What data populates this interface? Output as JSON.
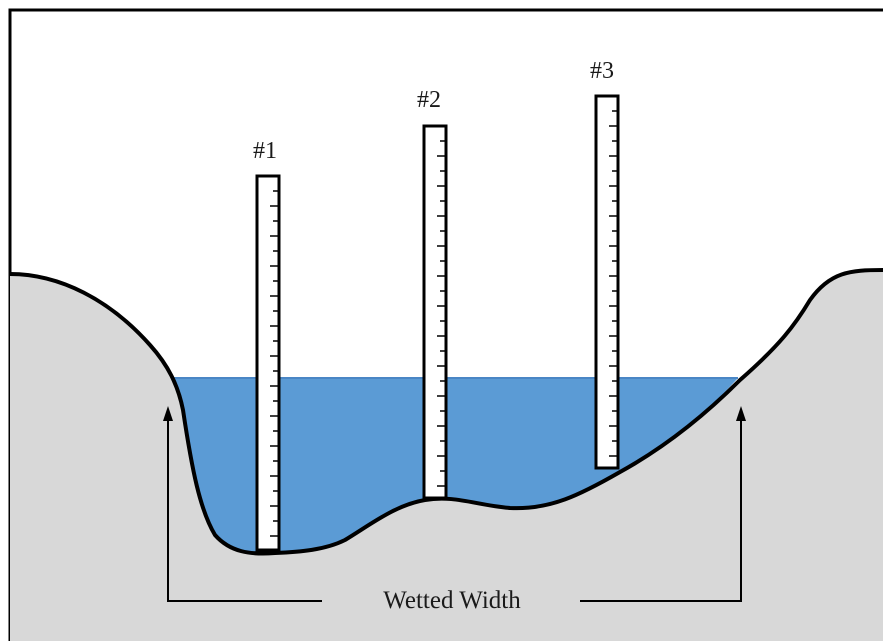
{
  "diagram": {
    "rods": [
      {
        "label": "#1"
      },
      {
        "label": "#2"
      },
      {
        "label": "#3"
      }
    ],
    "wetted_width_label": "Wetted Width",
    "colors": {
      "ground": "#d8d8d8",
      "water": "#5b9bd5",
      "water_line": "#4a86c5",
      "outline": "#000000",
      "rod_fill": "#ffffff"
    }
  }
}
